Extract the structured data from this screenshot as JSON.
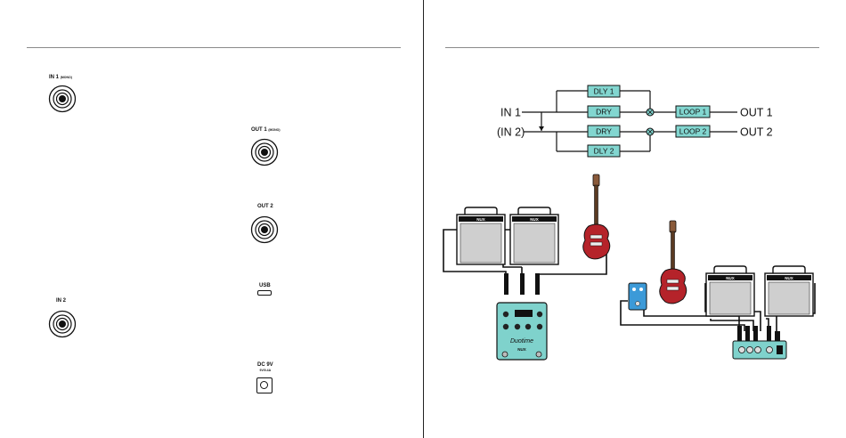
{
  "left_page": {
    "jacks": {
      "in1": {
        "label": "IN 1",
        "sub": "(MONO)"
      },
      "out1": {
        "label": "OUT 1",
        "sub": "(MONO)"
      },
      "out2": {
        "label": "OUT 2"
      },
      "usb": {
        "label": "USB"
      },
      "in2": {
        "label": "IN 2"
      },
      "dc": {
        "label": "DC 9V",
        "sub": "9V/0.4A"
      }
    }
  },
  "right_page": {
    "signal_flow": {
      "in1": "IN 1",
      "in2": "(IN 2)",
      "dly1": "DLY 1",
      "dry_top": "DRY",
      "dry_bottom": "DRY",
      "dly2": "DLY 2",
      "loop1": "LOOP 1",
      "loop2": "LOOP 2",
      "out1": "OUT 1",
      "out2": "OUT 2"
    },
    "amp_badge": "NUX",
    "pedal_brand": "NUX",
    "pedal_model": "Duotime"
  },
  "colors": {
    "block_fill": "#82d6d0",
    "pedal_teal": "#7fd2cc",
    "guitar_red": "#b5232a",
    "amp_grille": "#cfcfcf"
  }
}
